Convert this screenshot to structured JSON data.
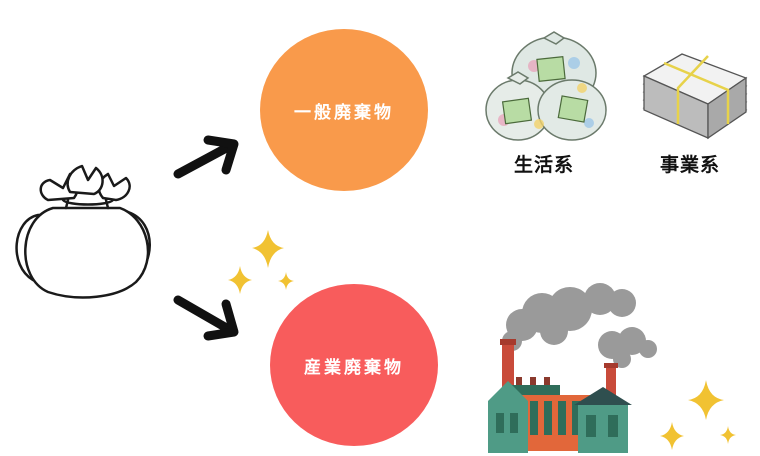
{
  "categories": {
    "general": {
      "label": "一般廃棄物",
      "color": "#f99a4b"
    },
    "industrial": {
      "label": "産業廃棄物",
      "color": "#f85c5c"
    }
  },
  "sub_types": {
    "household": "生活系",
    "business": "事業系"
  },
  "icons": [
    "garbage-bags-icon",
    "arrow-up-right-icon",
    "arrow-down-right-icon",
    "household-trash-bags-icon",
    "newspaper-bundle-icon",
    "factory-icon",
    "sparkle-icon"
  ]
}
